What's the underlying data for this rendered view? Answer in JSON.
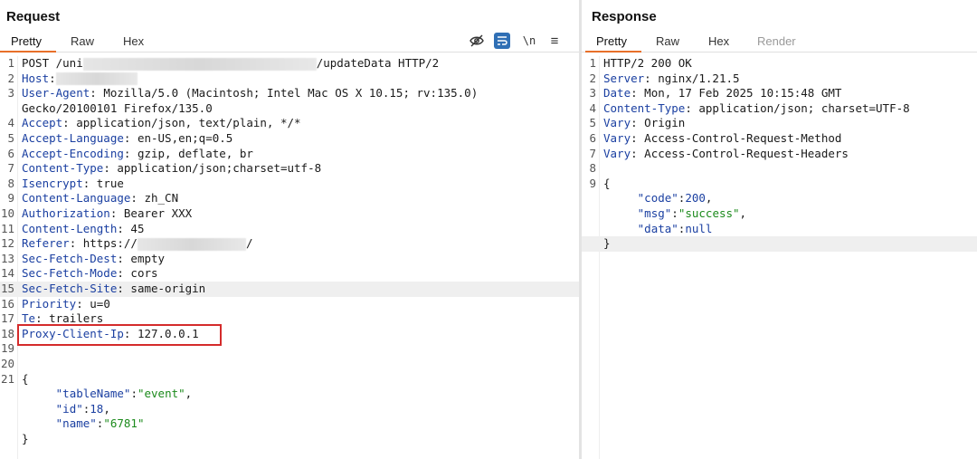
{
  "request": {
    "title": "Request",
    "tabs": [
      "Pretty",
      "Raw",
      "Hex"
    ],
    "active_tab": "Pretty",
    "tools": [
      {
        "name": "hide-icon",
        "glyph": "⊘"
      },
      {
        "name": "wrap-icon",
        "glyph": "⇌"
      },
      {
        "name": "newline-icon",
        "glyph": "\\n"
      },
      {
        "name": "menu-icon",
        "glyph": "≡"
      }
    ],
    "lines": [
      {
        "n": "1",
        "key": "",
        "sep": "",
        "val": "POST /uni",
        "tail": "/updateData HTTP/2"
      },
      {
        "n": "2",
        "key": "Host",
        "sep": ":",
        "val": ""
      },
      {
        "n": "3",
        "key": "User-Agent",
        "sep": ":",
        "val": " Mozilla/5.0 (Macintosh; Intel Mac OS X 10.15; rv:135.0)"
      },
      {
        "n": "",
        "key": "",
        "sep": "",
        "val": "Gecko/20100101 Firefox/135.0"
      },
      {
        "n": "4",
        "key": "Accept",
        "sep": ":",
        "val": " application/json, text/plain, */*"
      },
      {
        "n": "5",
        "key": "Accept-Language",
        "sep": ":",
        "val": " en-US,en;q=0.5"
      },
      {
        "n": "6",
        "key": "Accept-Encoding",
        "sep": ":",
        "val": " gzip, deflate, br"
      },
      {
        "n": "7",
        "key": "Content-Type",
        "sep": ":",
        "val": " application/json;charset=utf-8"
      },
      {
        "n": "8",
        "key": "Isencrypt",
        "sep": ":",
        "val": " true"
      },
      {
        "n": "9",
        "key": "Content-Language",
        "sep": ":",
        "val": " zh_CN"
      },
      {
        "n": "10",
        "key": "Authorization",
        "sep": ":",
        "val": " Bearer XXX"
      },
      {
        "n": "11",
        "key": "Content-Length",
        "sep": ":",
        "val": " 45"
      },
      {
        "n": "12",
        "key": "Referer",
        "sep": ":",
        "val": " https://",
        "tail": "/"
      },
      {
        "n": "13",
        "key": "Sec-Fetch-Dest",
        "sep": ":",
        "val": " empty"
      },
      {
        "n": "14",
        "key": "Sec-Fetch-Mode",
        "sep": ":",
        "val": " cors"
      },
      {
        "n": "15",
        "key": "Sec-Fetch-Site",
        "sep": ":",
        "val": " same-origin"
      },
      {
        "n": "16",
        "key": "Priority",
        "sep": ":",
        "val": " u=0"
      },
      {
        "n": "17",
        "key": "Te",
        "sep": ":",
        "val": " trailers"
      },
      {
        "n": "18",
        "key": "Proxy-Client-Ip",
        "sep": ":",
        "val": " 127.0.0.1"
      },
      {
        "n": "19",
        "key": "",
        "sep": "",
        "val": ""
      },
      {
        "n": "20",
        "key": "",
        "sep": "",
        "val": ""
      },
      {
        "n": "21",
        "key": "",
        "sep": "",
        "val": "{"
      },
      {
        "n": "",
        "key": "",
        "sep": "",
        "json": [
          "\"tableName\"",
          ":",
          "\"event\"",
          ","
        ]
      },
      {
        "n": "",
        "key": "",
        "sep": "",
        "json": [
          "\"id\"",
          ":",
          "18",
          ","
        ]
      },
      {
        "n": "",
        "key": "",
        "sep": "",
        "json": [
          "\"name\"",
          ":",
          "\"6781\"",
          ""
        ]
      },
      {
        "n": "",
        "key": "",
        "sep": "",
        "val": "}"
      }
    ]
  },
  "response": {
    "title": "Response",
    "tabs": [
      "Pretty",
      "Raw",
      "Hex",
      "Render"
    ],
    "active_tab": "Pretty",
    "lines": [
      {
        "n": "1",
        "key": "",
        "sep": "",
        "val": "HTTP/2 200 OK"
      },
      {
        "n": "2",
        "key": "Server",
        "sep": ":",
        "val": " nginx/1.21.5"
      },
      {
        "n": "3",
        "key": "Date",
        "sep": ":",
        "val": " Mon, 17 Feb 2025 10:15:48 GMT"
      },
      {
        "n": "4",
        "key": "Content-Type",
        "sep": ":",
        "val": " application/json; charset=UTF-8"
      },
      {
        "n": "5",
        "key": "Vary",
        "sep": ":",
        "val": " Origin"
      },
      {
        "n": "6",
        "key": "Vary",
        "sep": ":",
        "val": " Access-Control-Request-Method"
      },
      {
        "n": "7",
        "key": "Vary",
        "sep": ":",
        "val": " Access-Control-Request-Headers"
      },
      {
        "n": "8",
        "key": "",
        "sep": "",
        "val": ""
      },
      {
        "n": "9",
        "key": "",
        "sep": "",
        "val": "{"
      },
      {
        "n": "",
        "key": "",
        "sep": "",
        "json": [
          "\"code\"",
          ":",
          "200",
          ","
        ]
      },
      {
        "n": "",
        "key": "",
        "sep": "",
        "json": [
          "\"msg\"",
          ":",
          "\"success\"",
          ","
        ]
      },
      {
        "n": "",
        "key": "",
        "sep": "",
        "json": [
          "\"data\"",
          ":",
          "null",
          ""
        ]
      },
      {
        "n": "",
        "key": "",
        "sep": "",
        "val": "}"
      }
    ]
  },
  "colors": {
    "accent_tab": "#e8702a",
    "highlight_box": "#d42b2b",
    "key": "#1a3fa1",
    "string": "#1b8a1b"
  }
}
